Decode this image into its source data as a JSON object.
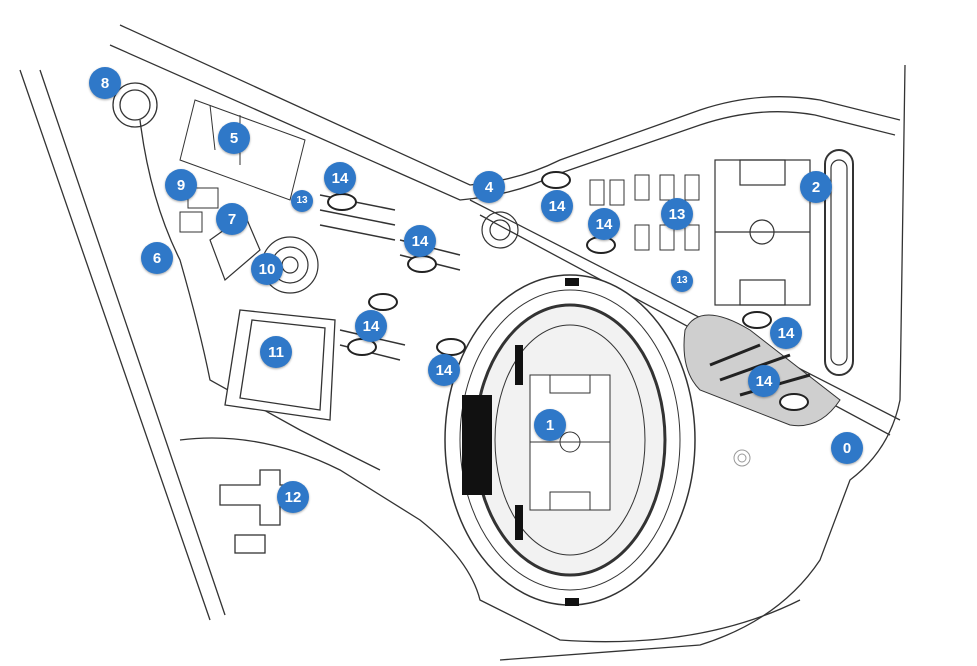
{
  "colors": {
    "marker": "#2f78c8",
    "marker_text": "#ffffff",
    "line": "#333333",
    "fill_light": "#f2f2f2",
    "fill_dark": "#111111",
    "shade": "#cccccc"
  },
  "markers": [
    {
      "label": "0"
    },
    {
      "label": "1"
    },
    {
      "label": "2"
    },
    {
      "label": "4"
    },
    {
      "label": "5"
    },
    {
      "label": "6"
    },
    {
      "label": "7"
    },
    {
      "label": "8"
    },
    {
      "label": "9"
    },
    {
      "label": "10"
    },
    {
      "label": "11"
    },
    {
      "label": "12"
    },
    {
      "label": "13"
    },
    {
      "label": "13"
    },
    {
      "label": "13"
    },
    {
      "label": "14"
    },
    {
      "label": "14"
    },
    {
      "label": "14"
    },
    {
      "label": "14"
    },
    {
      "label": "14"
    },
    {
      "label": "14"
    },
    {
      "label": "14"
    },
    {
      "label": "14"
    }
  ]
}
